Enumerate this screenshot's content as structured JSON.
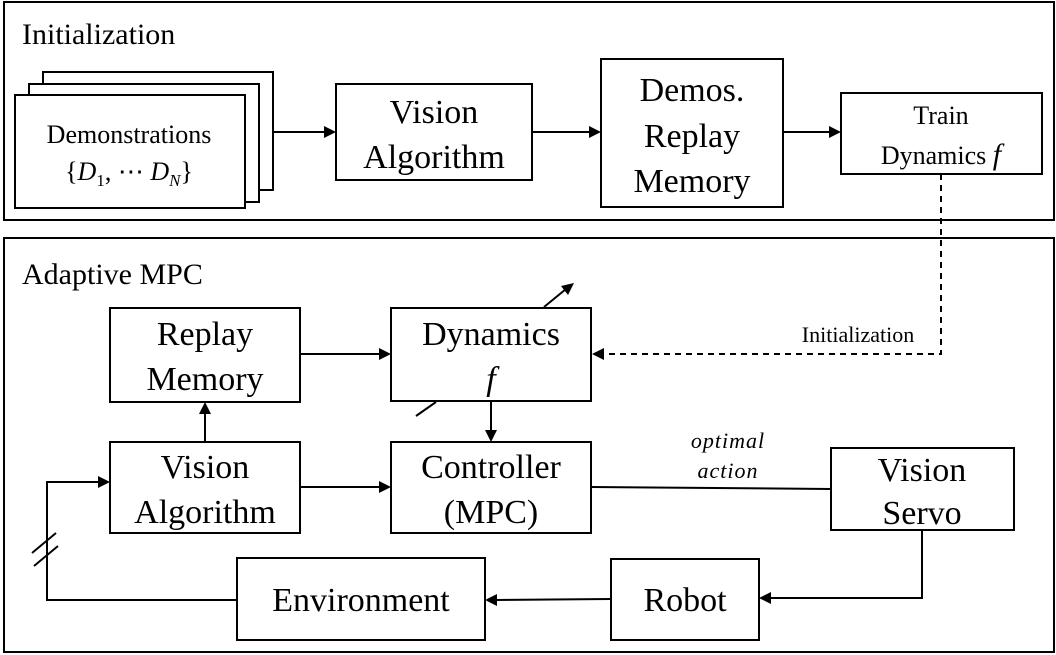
{
  "sections": {
    "initialization": {
      "title": "Initialization"
    },
    "adaptive_mpc": {
      "title": "Adaptive MPC"
    }
  },
  "init_row": {
    "demonstrations": {
      "title": "Demonstrations",
      "set_open": "{",
      "set_d1": "D",
      "set_sub1": "1",
      "set_mid": ", ⋯ ",
      "set_dn": "D",
      "set_subn": "N",
      "set_close": "}"
    },
    "vision_algorithm": {
      "line1": "Vision",
      "line2": "Algorithm"
    },
    "demos_replay_memory": {
      "line1": "Demos.",
      "line2": "Replay",
      "line3": "Memory"
    },
    "train_dynamics": {
      "line1": "Train",
      "line2": "Dynamics",
      "symbol": "f"
    }
  },
  "mpc_row": {
    "replay_memory": {
      "line1": "Replay",
      "line2": "Memory"
    },
    "dynamics": {
      "line1": "Dynamics",
      "symbol": "f"
    },
    "vision_algorithm": {
      "line1": "Vision",
      "line2": "Algorithm"
    },
    "controller": {
      "line1": "Controller",
      "line2": "(MPC)"
    },
    "vision_servo": {
      "line1": "Vision",
      "line2": "Servo"
    },
    "robot": {
      "label": "Robot"
    },
    "environment": {
      "label": "Environment"
    }
  },
  "edge_labels": {
    "initialization": "Initialization",
    "optimal_action_line1": "optimal",
    "optimal_action_line2": "action"
  }
}
